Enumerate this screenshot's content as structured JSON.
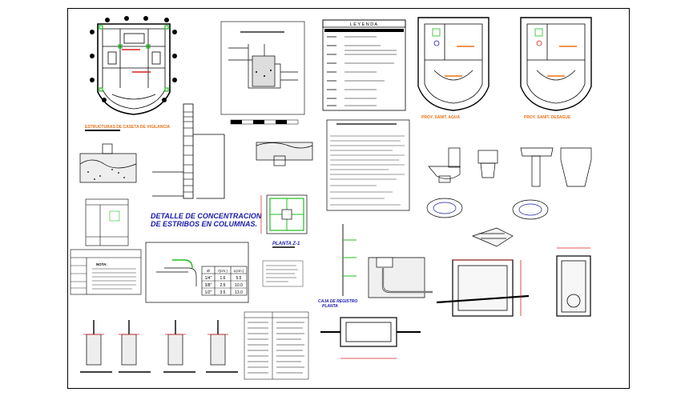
{
  "labels": {
    "legend_title": "L E Y E N D A",
    "column_detail_title_1": "DETALLE DE CONCENTRACION",
    "column_detail_title_2": "DE ESTRIBOS EN COLUMNAS.",
    "footing_plan_title": "PLANTA Z-1",
    "nota_title": "NOTA:",
    "caja_title": "CAJA DE REGISTRO",
    "caja_sub": "PLANTA"
  },
  "rebar_table": {
    "headers": [
      "Ø",
      "r(cm.)",
      "L(cm.)"
    ],
    "rows": [
      [
        "1/4\"",
        "1.6",
        "5.5"
      ],
      [
        "3/8\"",
        "2.5",
        "10.0"
      ],
      [
        "1/2\"",
        "3.5",
        "13.0"
      ]
    ]
  },
  "colors": {
    "line": "#000000",
    "accent_orange": "#e8731a",
    "accent_green": "#1fbf1f",
    "accent_blue": "#1a1ab0",
    "accent_red": "#d62020"
  }
}
